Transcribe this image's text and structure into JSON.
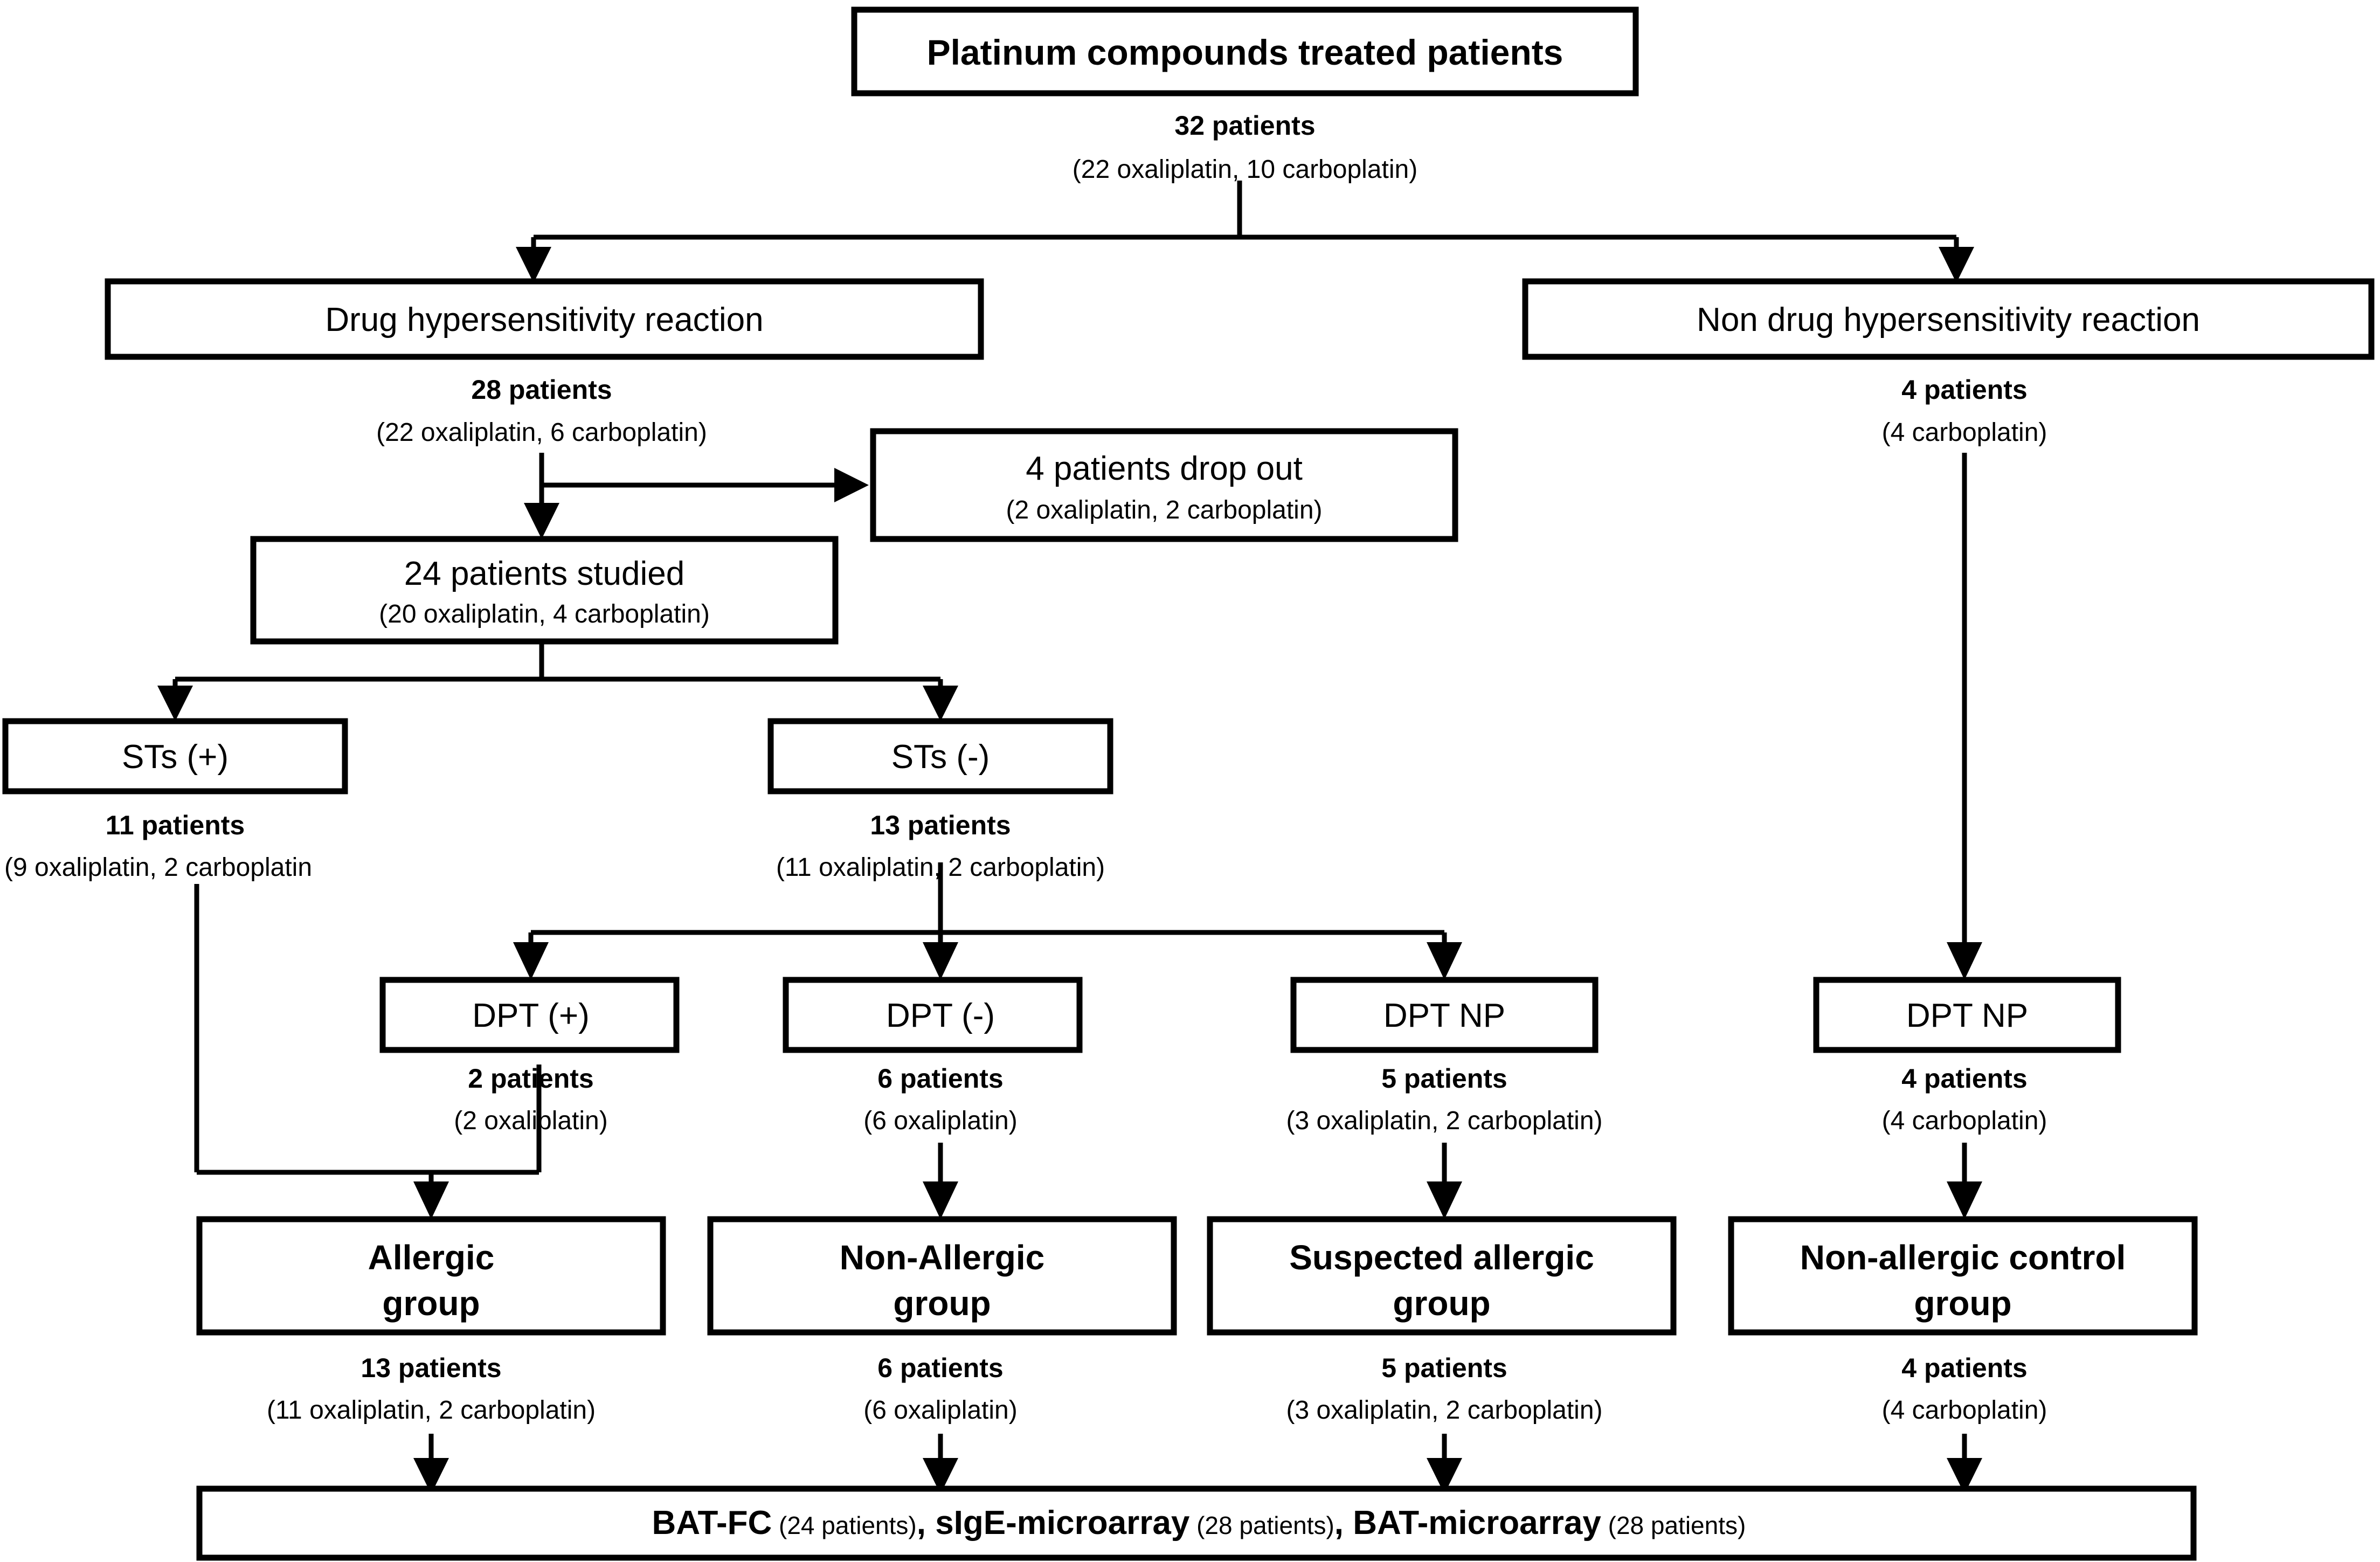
{
  "diagram": {
    "title": "Platinum compounds treated patients study flow",
    "type": "flowchart",
    "colors": {
      "background": "#ffffff",
      "stroke": "#000000",
      "text": "#000000"
    }
  },
  "nodes": {
    "root": {
      "label": "Platinum compounds treated patients",
      "count": "32 patients",
      "detail": "(22 oxaliplatin, 10 carboplatin)"
    },
    "dhr": {
      "label": "Drug hypersensitivity reaction",
      "count": "28 patients",
      "detail": "(22 oxaliplatin, 6 carboplatin)"
    },
    "non_dhr": {
      "label": "Non drug hypersensitivity reaction",
      "count": "4 patients",
      "detail": "(4 carboplatin)"
    },
    "dropout": {
      "line1": "4 patients drop out",
      "line2": "(2 oxaliplatin, 2 carboplatin)"
    },
    "studied": {
      "line1": "24 patients studied",
      "line2": "(20 oxaliplatin, 4 carboplatin)"
    },
    "sts_pos": {
      "label": "STs (+)",
      "count": "11 patients",
      "detail": "(9 oxaliplatin, 2 carboplatin"
    },
    "sts_neg": {
      "label": "STs (-)",
      "count": "13 patients",
      "detail": "(11 oxaliplatin, 2 carboplatin)"
    },
    "dpt_pos": {
      "label": "DPT (+)",
      "count": "2 patients",
      "detail": "(2 oxaliplatin)"
    },
    "dpt_neg": {
      "label": "DPT (-)",
      "count": "6 patients",
      "detail": "(6 oxaliplatin)"
    },
    "dpt_np_left": {
      "label": "DPT NP",
      "count": "5 patients",
      "detail": "(3 oxaliplatin, 2 carboplatin)"
    },
    "dpt_np_right": {
      "label": "DPT NP",
      "count": "4 patients",
      "detail": "(4 carboplatin)"
    },
    "allergic": {
      "line1": "Allergic",
      "line2": "group",
      "count": "13 patients",
      "detail": "(11 oxaliplatin, 2 carboplatin)"
    },
    "non_allergic": {
      "line1": "Non-Allergic",
      "line2": "group",
      "count": "6 patients",
      "detail": "(6 oxaliplatin)"
    },
    "suspected": {
      "line1": "Suspected allergic",
      "line2": "group",
      "count": "5 patients",
      "detail": "(3 oxaliplatin, 2 carboplatin)"
    },
    "control": {
      "line1": "Non-allergic control",
      "line2": "group",
      "count": "4 patients",
      "detail": "(4 carboplatin)"
    },
    "assays": {
      "a1_name": "BAT-FC",
      "a1_count": " (24 patients)",
      "sep1": ", ",
      "a2_name": "sIgE-microarray",
      "a2_count": " (28 patients)",
      "sep2": ", ",
      "a3_name": "BAT-microarray",
      "a3_count": " (28 patients)"
    }
  }
}
